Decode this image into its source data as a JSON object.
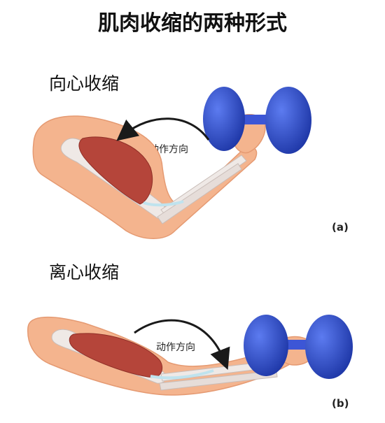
{
  "title": "肌肉收缩的两种形式",
  "panels": [
    {
      "heading": "向心收缩",
      "arrow_label": "动作方向",
      "tag": "(a)"
    },
    {
      "heading": "离心收缩",
      "arrow_label": "动作方向",
      "tag": "(b)"
    }
  ],
  "colors": {
    "skin": "#f4b48e",
    "skin_dark": "#e59a72",
    "bone": "#efe9e6",
    "muscle": "#b5453a",
    "tendon": "#bfe3ee",
    "dumbbell": "#2a48c9",
    "arrow": "#1a1a1a"
  }
}
